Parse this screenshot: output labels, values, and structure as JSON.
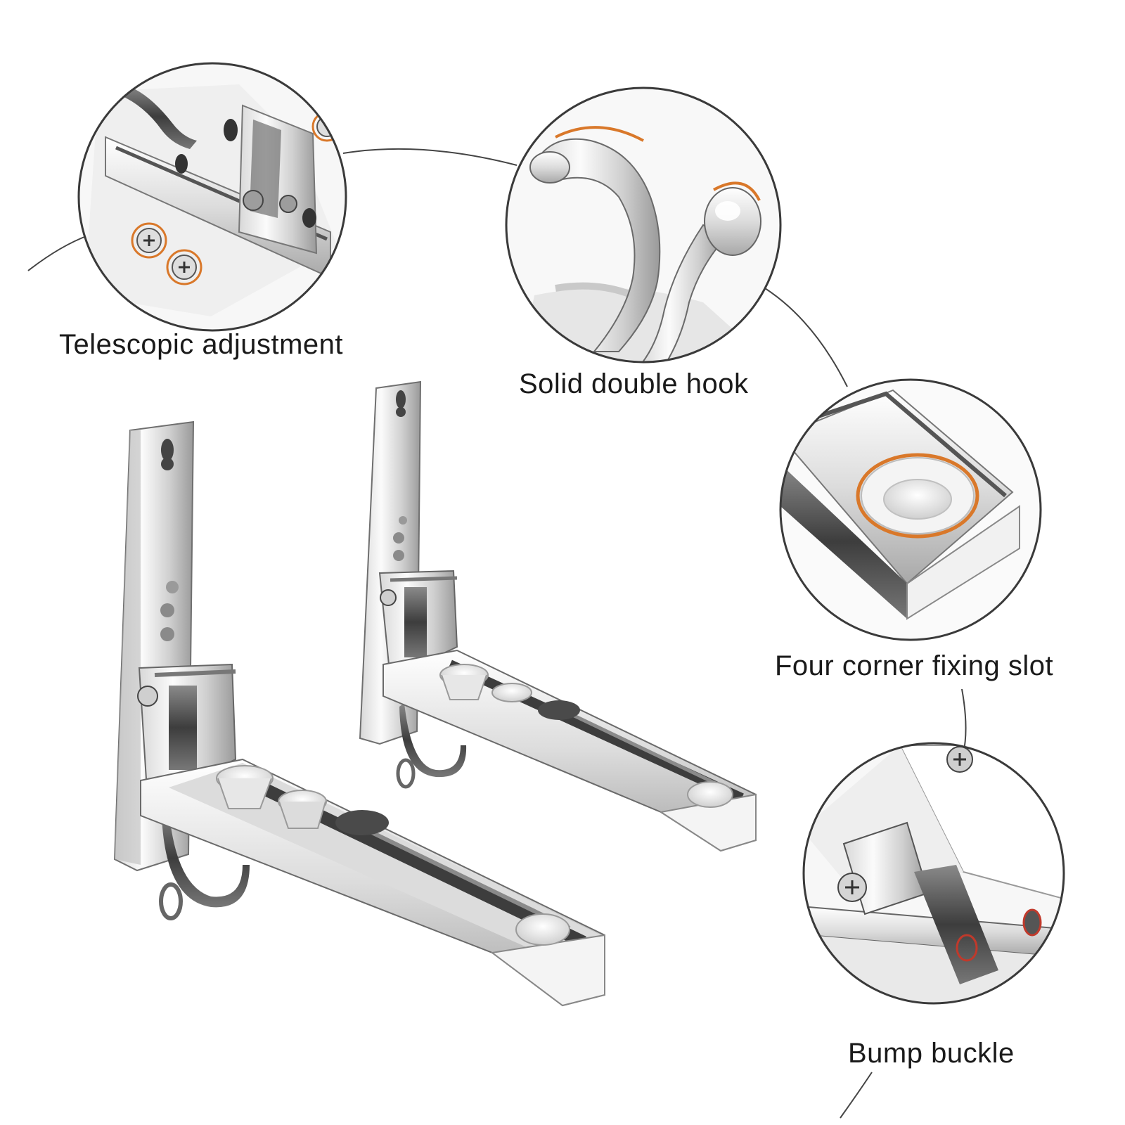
{
  "callouts": [
    {
      "label": "Telescopic adjustment"
    },
    {
      "label": "Solid double hook"
    },
    {
      "label": "Four corner fixing slot"
    },
    {
      "label": "Bump buckle"
    }
  ],
  "colors": {
    "background": "#ffffff",
    "steel_light": "#f2f2f2",
    "steel_mid": "#b8b8b8",
    "steel_dark": "#5a5a5a",
    "copper_accent": "#d9782a",
    "outline": "#4a4a4a",
    "text": "#1a1a1a"
  },
  "icons": [
    "stainless-steel-bracket",
    "magnifier-circle",
    "screw",
    "hook"
  ]
}
